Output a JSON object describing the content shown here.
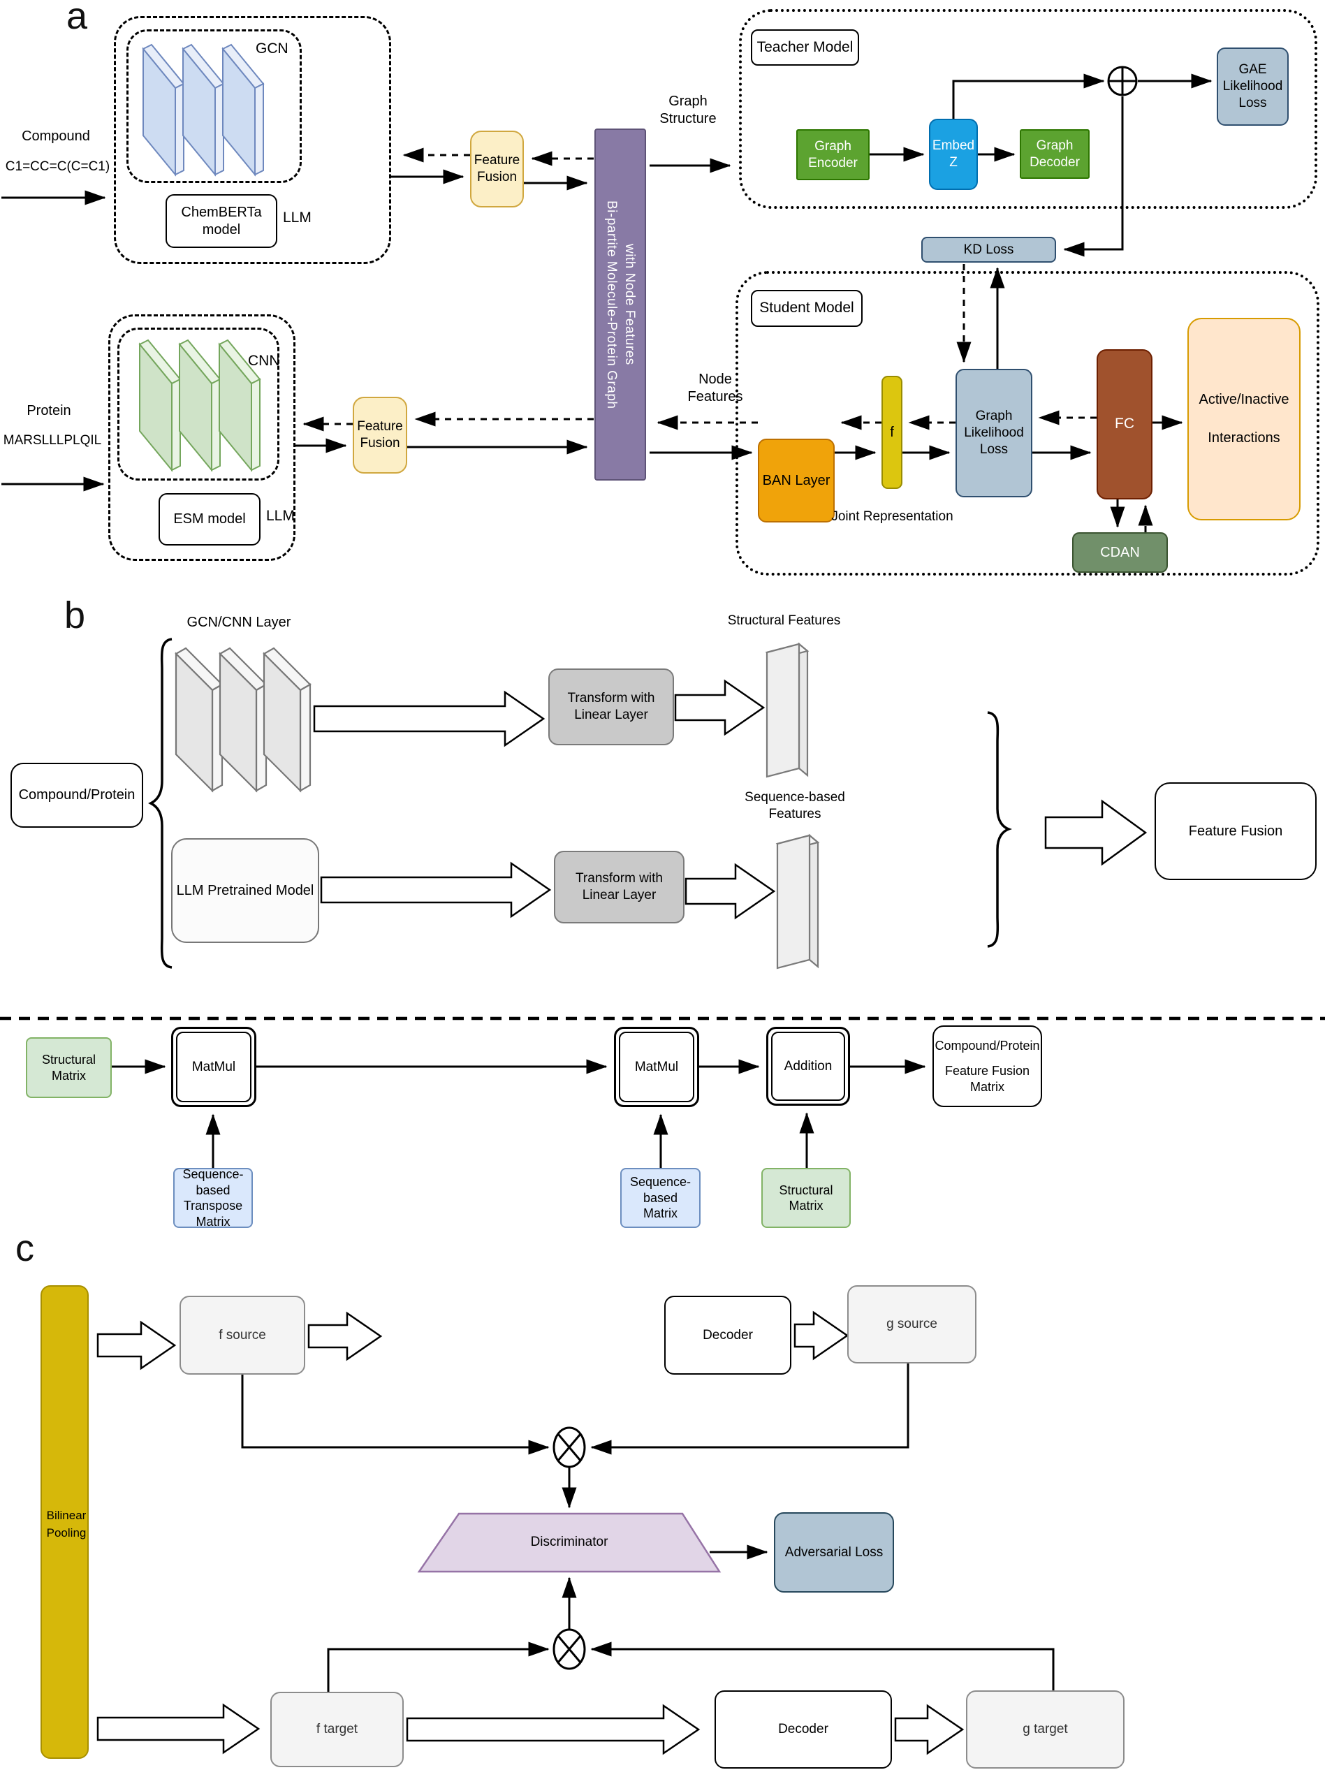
{
  "panels": {
    "a": {
      "section_label": "a",
      "compound_label": "Compound",
      "compound_smiles": "C1=CC=C(C=C1)",
      "gcn_label": "GCN",
      "chemberta": "ChemBERTa model",
      "llm_label_top": "LLM",
      "protein_label": "Protein",
      "protein_seq": "MARSLLLPLQIL",
      "cnn_label": "CNN",
      "esm": "ESM model",
      "llm_label_bottom": "LLM",
      "feature_fusion_top": "Feature Fusion",
      "feature_fusion_bottom": "Feature Fusion",
      "bipartite_line1": "Bi-partite Molecule-Protein Graph",
      "bipartite_line2": "with Node Features",
      "graph_structure": "Graph Structure",
      "node_features": "Node Features",
      "teacher_title": "Teacher Model",
      "graph_encoder": "Graph Encoder",
      "embed_z": "Embed Z",
      "graph_decoder": "Graph Decoder",
      "gae_loss": "GAE Likelihood Loss",
      "kd_loss": "KD Loss",
      "student_title": "Student Model",
      "ban_layer": "BAN Layer",
      "f_label": "f",
      "joint_representation": "Joint Representation",
      "graph_likelihood_loss": "Graph Likelihood Loss",
      "fc": "FC",
      "active_inactive_line1": "Active/Inactive",
      "active_inactive_line2": "Interactions",
      "cdan": "CDAN"
    },
    "b": {
      "section_label": "b",
      "gcn_cnn_layer": "GCN/CNN Layer",
      "compound_protein": "Compound/Protein",
      "llm_pretrained": "LLM Pretrained Model",
      "transform_top": "Transform with Linear Layer",
      "transform_bottom": "Transform with Linear Layer",
      "structural_features": "Structural Features",
      "sequence_features": "Sequence-based Features",
      "feature_fusion": "Feature Fusion",
      "structural_matrix_1": "Structural Matrix",
      "matmul_1": "MatMul",
      "matmul_2": "MatMul",
      "addition": "Addition",
      "ffm_line1": "Compound/Protein",
      "ffm_line2": "Feature Fusion Matrix",
      "seq_transpose_matrix": "Sequence-based Transpose Matrix",
      "seq_matrix": "Sequence-based Matrix",
      "structural_matrix_2": "Structural Matrix"
    },
    "c": {
      "section_label": "c",
      "bilinear_pooling": "Bilinear Pooling",
      "f_source": "f source",
      "decoder_top": "Decoder",
      "g_source": "g source",
      "discriminator": "Discriminator",
      "adversarial_loss": "Adversarial Loss",
      "f_target": "f target",
      "decoder_bottom": "Decoder",
      "g_target": "g target"
    }
  },
  "colors": {
    "feature_fusion_yellow": "#FCEFC7",
    "bipartite_purple": "#887AA5",
    "encoder_green": "#5CA330",
    "embed_blue": "#1BA1E2",
    "loss_gray_blue": "#B1C5D4",
    "ban_orange": "#F0A30A",
    "f_yellow": "#DCC60F",
    "fc_brown": "#A0522D",
    "interactions_peach": "#FFE6CC",
    "cdan_green": "#71906A",
    "matrix_green": "#D5E8D4",
    "matrix_blue": "#DAE8FC",
    "discriminator_purple": "#E1D5E7",
    "bilinear_gold": "#D6B80A",
    "gcn_layer_blue": "#CDDCF2",
    "cnn_layer_green": "#CFE3C8"
  }
}
